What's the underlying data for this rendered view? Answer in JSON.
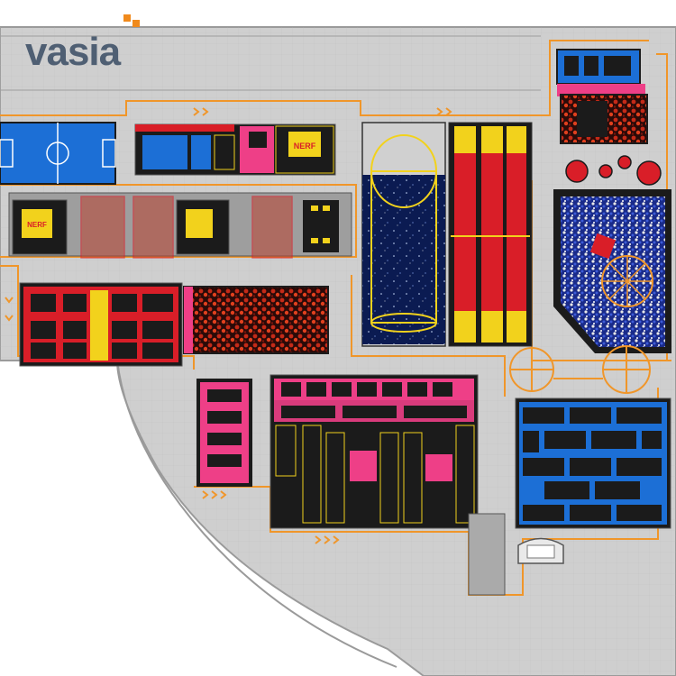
{
  "brand": {
    "name": "vasia",
    "accent": "#f08a1c",
    "text_color": "#4f5f73"
  },
  "colors": {
    "floor": "#c9c9c9",
    "wall": "#8f8f8f",
    "path": "#f0962a",
    "trampoline_red": "#d91e28",
    "trampoline_black": "#1b1b1b",
    "pink": "#ee3f87",
    "blue": "#1c6fd6",
    "yellow": "#f2d21c",
    "foam_pit": "#8c1a12"
  },
  "zones": [
    {
      "id": "soccer-court",
      "label": "football-field-icon"
    },
    {
      "id": "dodgeball-court",
      "label": "nerf-logo-icon"
    },
    {
      "id": "ninja-course",
      "label": "ninja-obstacle-icon"
    },
    {
      "id": "galaxy-track",
      "label": "starfield-icon"
    },
    {
      "id": "runway-lanes",
      "label": "tumble-track-icon"
    },
    {
      "id": "ball-pit",
      "label": "ball-pit-icon"
    },
    {
      "id": "trampoline-red",
      "label": "trampoline-icon"
    },
    {
      "id": "foam-pit",
      "label": "foam-pit-icon"
    },
    {
      "id": "trampoline-pink",
      "label": "trampoline-icon"
    },
    {
      "id": "trampoline-main",
      "label": "trampoline-icon"
    },
    {
      "id": "trampoline-blue",
      "label": "trampoline-icon"
    },
    {
      "id": "climbing-wheels",
      "label": "ferris-wheel-icon"
    },
    {
      "id": "entrance-reception",
      "label": "reception-icon"
    }
  ]
}
